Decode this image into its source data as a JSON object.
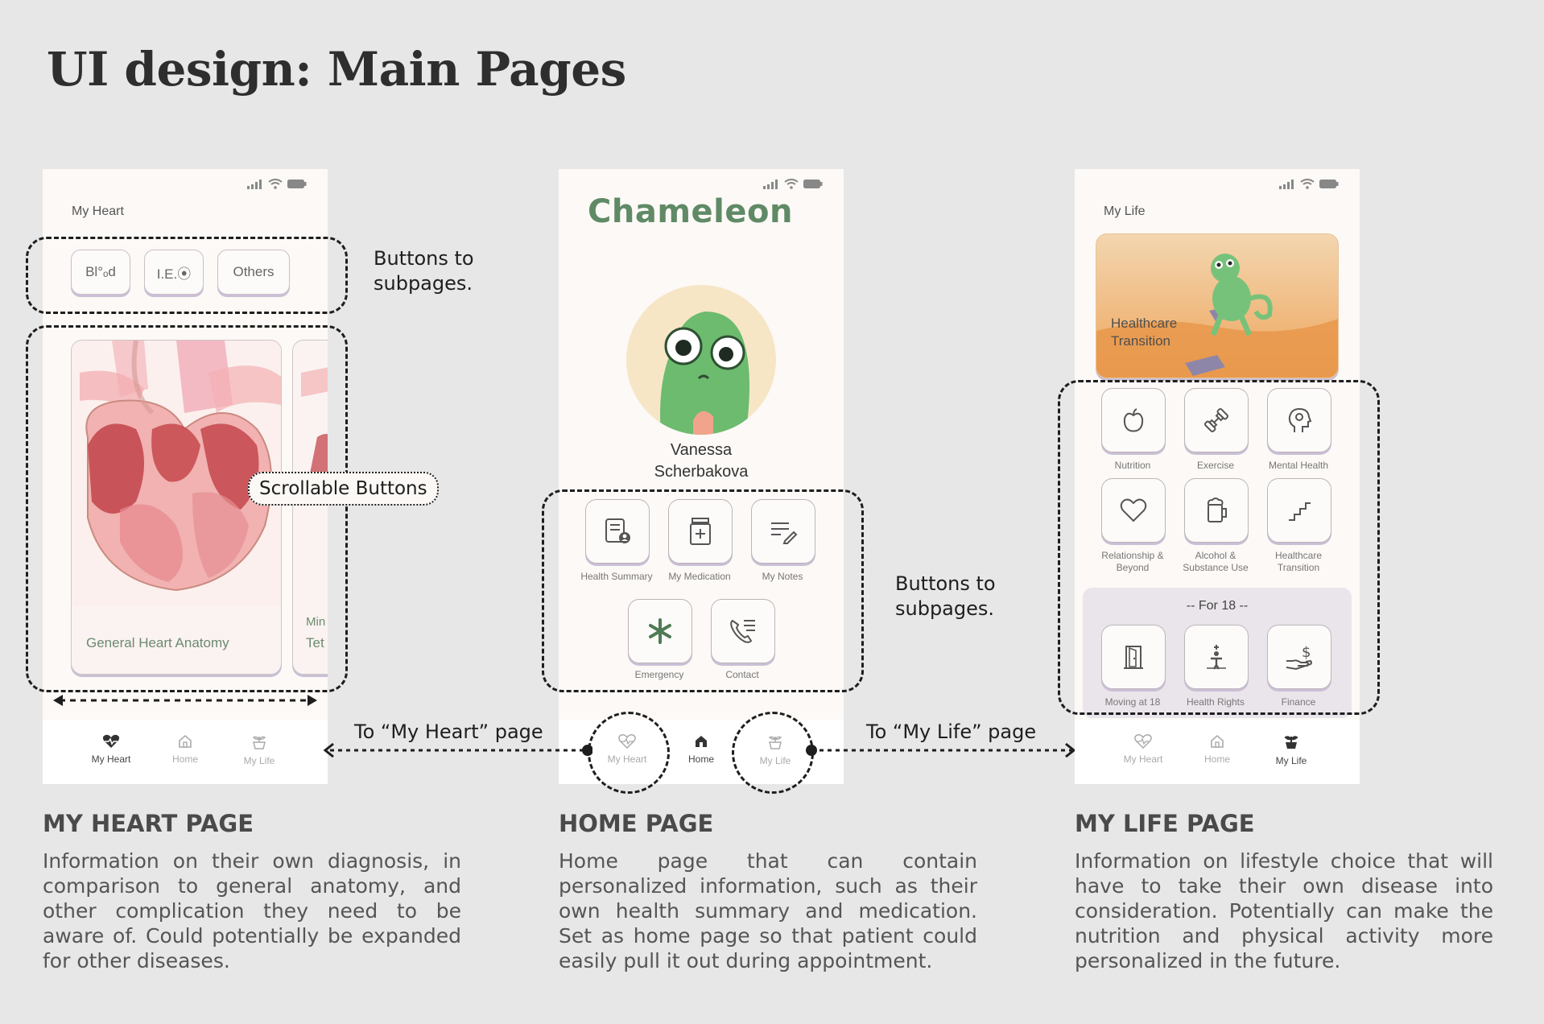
{
  "title": "UI design: Main Pages",
  "heart_page": {
    "title": "My Heart",
    "tabs": [
      "Bl°ₒd",
      "I.E.⦿",
      "Others"
    ],
    "card_main_label": "General Heart Anatomy",
    "card_next_label_1": "Min",
    "card_next_label_2": "Tet"
  },
  "home_page": {
    "app_name": "Chameleon",
    "user_first": "Vanessa",
    "user_last": "Scherbakova",
    "buttons": [
      "Health Summary",
      "My Medication",
      "My Notes",
      "Emergency",
      "Contact"
    ]
  },
  "life_page": {
    "title": "My Life",
    "banner_line1": "Healthcare",
    "banner_line2": "Transition",
    "buttons": [
      "Nutrition",
      "Exercise",
      "Mental Health"
    ],
    "buttons_row2_line1": [
      "Relationship &",
      "Alcohol &",
      "Healthcare"
    ],
    "buttons_row2_line2": [
      "Beyond",
      "Substance Use",
      "Transition"
    ],
    "for18_label": "-- For 18 --",
    "for18_buttons": [
      "Moving at 18",
      "Health Rights",
      "Finance"
    ]
  },
  "nav": {
    "heart": "My Heart",
    "home": "Home",
    "life": "My Life"
  },
  "annotations": {
    "subpages_heart_1": "Buttons to",
    "subpages_heart_2": "subpages.",
    "scrollable": "Scrollable Buttons",
    "subpages_home_1": "Buttons to",
    "subpages_home_2": "subpages.",
    "to_heart": "To “My Heart” page",
    "to_life": "To “My Life” page"
  },
  "sections": {
    "heart_title": "MY HEART PAGE",
    "heart_desc": "Information on their own diagnosis, in comparison to general anatomy, and other complication they need to be aware of. Could potentially be expanded for other diseases.",
    "home_title": "HOME PAGE",
    "home_desc": "Home page that can contain personalized information, such as their own health summary and medication. Set as home page so that patient could easily pull it out during appointment.",
    "life_title": "MY LIFE PAGE",
    "life_desc": "Information on lifestyle choice that will have to take their own disease into consideration. Potentially can make the nutrition and physical activity more personalized in the future."
  },
  "colors": {
    "background": "#e7e7e7",
    "phone": "#fcf9f6",
    "accent_green": "#5f8a65",
    "button_shadow": "#cabfd6"
  }
}
